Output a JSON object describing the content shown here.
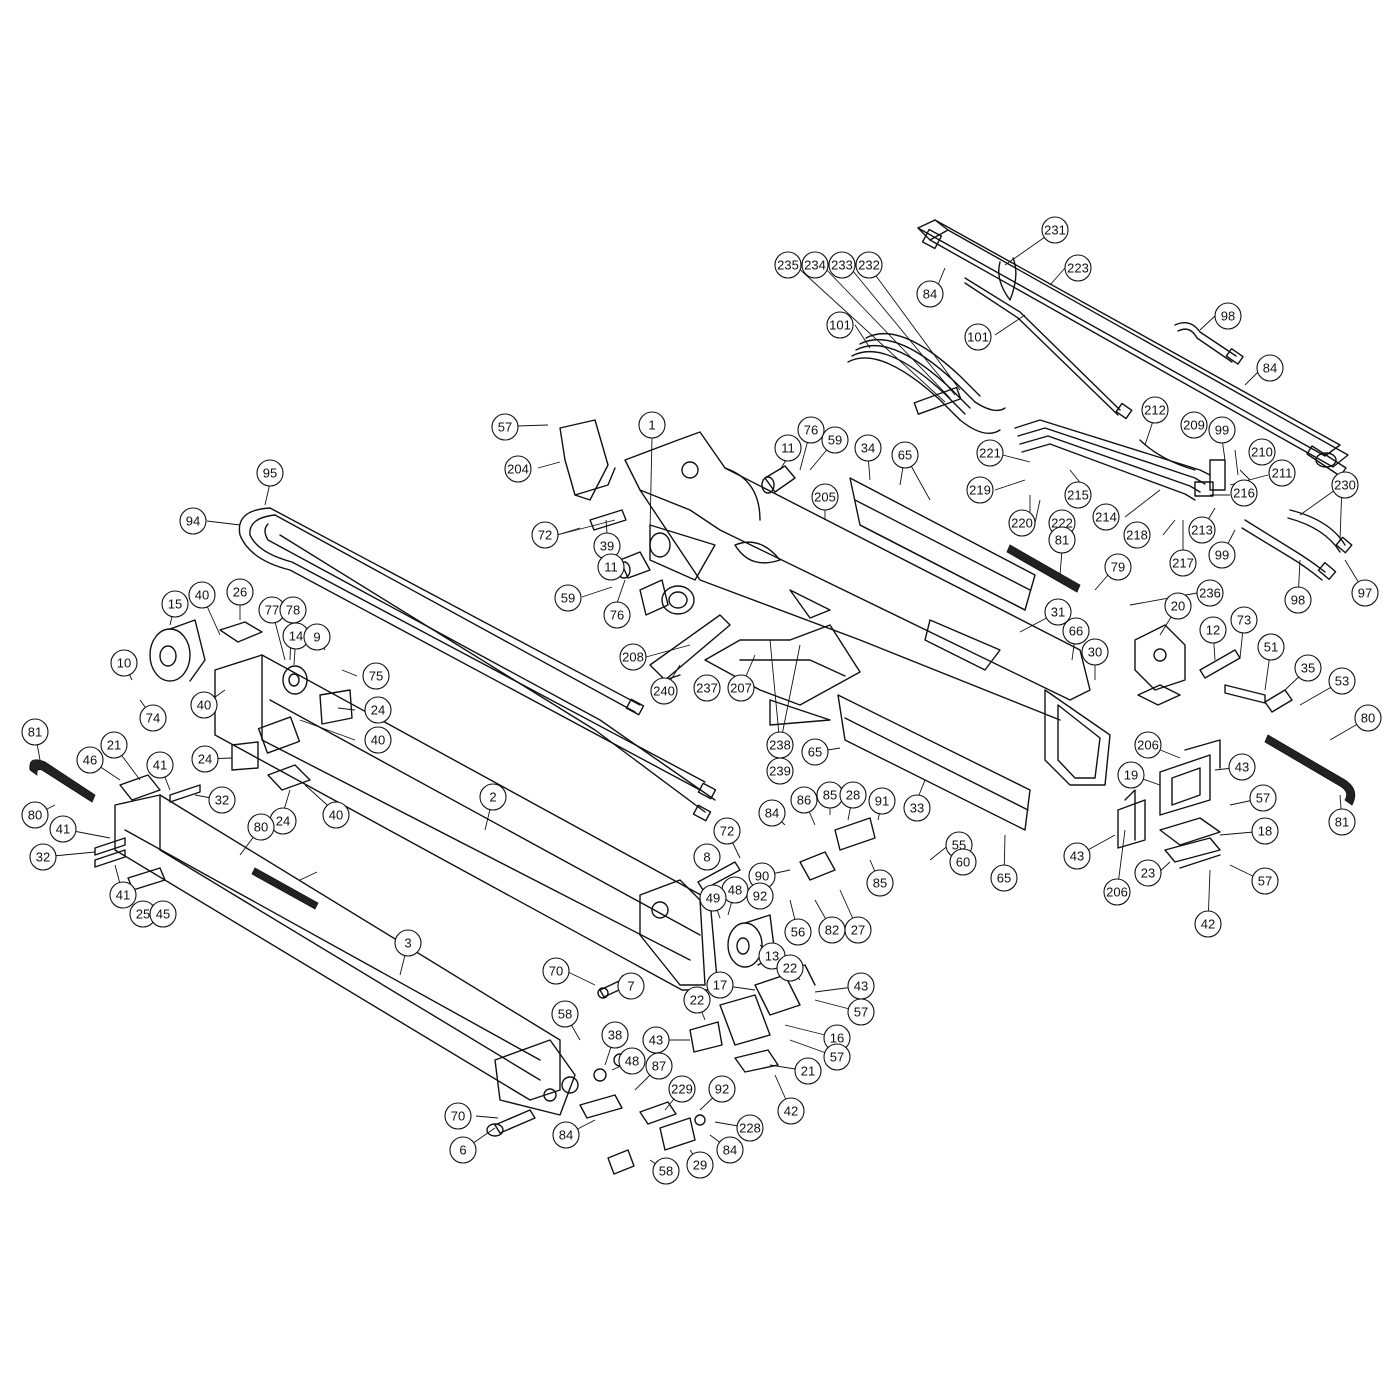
{
  "diagram": {
    "callouts": [
      {
        "id": "c235",
        "label": "235"
      },
      {
        "id": "c234",
        "label": "234"
      },
      {
        "id": "c233",
        "label": "233"
      },
      {
        "id": "c232",
        "label": "232"
      },
      {
        "id": "c231",
        "label": "231"
      },
      {
        "id": "c223",
        "label": "223"
      },
      {
        "id": "c84a",
        "label": "84"
      },
      {
        "id": "c101a",
        "label": "101"
      },
      {
        "id": "c101b",
        "label": "101"
      },
      {
        "id": "c98a",
        "label": "98"
      },
      {
        "id": "c84b",
        "label": "84"
      },
      {
        "id": "c212",
        "label": "212"
      },
      {
        "id": "c209",
        "label": "209"
      },
      {
        "id": "c99a",
        "label": "99"
      },
      {
        "id": "c210",
        "label": "210"
      },
      {
        "id": "c211",
        "label": "211"
      },
      {
        "id": "c230",
        "label": "230"
      },
      {
        "id": "c221",
        "label": "221"
      },
      {
        "id": "c219",
        "label": "219"
      },
      {
        "id": "c215",
        "label": "215"
      },
      {
        "id": "c216",
        "label": "216"
      },
      {
        "id": "c220",
        "label": "220"
      },
      {
        "id": "c222",
        "label": "222"
      },
      {
        "id": "c214",
        "label": "214"
      },
      {
        "id": "c213",
        "label": "213"
      },
      {
        "id": "c218",
        "label": "218"
      },
      {
        "id": "c217",
        "label": "217"
      },
      {
        "id": "c99b",
        "label": "99"
      },
      {
        "id": "c98b",
        "label": "98"
      },
      {
        "id": "c97",
        "label": "97"
      },
      {
        "id": "c57a",
        "label": "57"
      },
      {
        "id": "c204",
        "label": "204"
      },
      {
        "id": "c1",
        "label": "1"
      },
      {
        "id": "c11a",
        "label": "11"
      },
      {
        "id": "c76a",
        "label": "76"
      },
      {
        "id": "c59a",
        "label": "59"
      },
      {
        "id": "c34",
        "label": "34"
      },
      {
        "id": "c65a",
        "label": "65"
      },
      {
        "id": "c95",
        "label": "95"
      },
      {
        "id": "c94",
        "label": "94"
      },
      {
        "id": "c72a",
        "label": "72"
      },
      {
        "id": "c39",
        "label": "39"
      },
      {
        "id": "c205",
        "label": "205"
      },
      {
        "id": "c81a",
        "label": "81"
      },
      {
        "id": "c79",
        "label": "79"
      },
      {
        "id": "c236",
        "label": "236"
      },
      {
        "id": "c11b",
        "label": "11"
      },
      {
        "id": "c59b",
        "label": "59"
      },
      {
        "id": "c76b",
        "label": "76"
      },
      {
        "id": "c26",
        "label": "26"
      },
      {
        "id": "c40a",
        "label": "40"
      },
      {
        "id": "c15",
        "label": "15"
      },
      {
        "id": "c77",
        "label": "77"
      },
      {
        "id": "c78",
        "label": "78"
      },
      {
        "id": "c14",
        "label": "14"
      },
      {
        "id": "c9",
        "label": "9"
      },
      {
        "id": "c10",
        "label": "10"
      },
      {
        "id": "c75",
        "label": "75"
      },
      {
        "id": "c74",
        "label": "74"
      },
      {
        "id": "c208",
        "label": "208"
      },
      {
        "id": "c31",
        "label": "31"
      },
      {
        "id": "c66",
        "label": "66"
      },
      {
        "id": "c20",
        "label": "20"
      },
      {
        "id": "c73",
        "label": "73"
      },
      {
        "id": "c12",
        "label": "12"
      },
      {
        "id": "c51",
        "label": "51"
      },
      {
        "id": "c30",
        "label": "30"
      },
      {
        "id": "c35",
        "label": "35"
      },
      {
        "id": "c53",
        "label": "53"
      },
      {
        "id": "c240",
        "label": "240"
      },
      {
        "id": "c237",
        "label": "237"
      },
      {
        "id": "c207",
        "label": "207"
      },
      {
        "id": "c24a",
        "label": "24"
      },
      {
        "id": "c40b",
        "label": "40"
      },
      {
        "id": "c40c",
        "label": "40"
      },
      {
        "id": "c24b",
        "label": "24"
      },
      {
        "id": "c238",
        "label": "238"
      },
      {
        "id": "c239",
        "label": "239"
      },
      {
        "id": "c65b",
        "label": "65"
      },
      {
        "id": "c206a",
        "label": "206"
      },
      {
        "id": "c43a",
        "label": "43"
      },
      {
        "id": "c80a",
        "label": "80"
      },
      {
        "id": "c81b",
        "label": "81"
      },
      {
        "id": "c21a",
        "label": "21"
      },
      {
        "id": "c46",
        "label": "46"
      },
      {
        "id": "c41a",
        "label": "41"
      },
      {
        "id": "c32a",
        "label": "32"
      },
      {
        "id": "c80b",
        "label": "80"
      },
      {
        "id": "c41b",
        "label": "41"
      },
      {
        "id": "c24c",
        "label": "24"
      },
      {
        "id": "c40d",
        "label": "40"
      },
      {
        "id": "c2",
        "label": "2"
      },
      {
        "id": "c33",
        "label": "33"
      },
      {
        "id": "c84c",
        "label": "84"
      },
      {
        "id": "c86",
        "label": "86"
      },
      {
        "id": "c85a",
        "label": "85"
      },
      {
        "id": "c28",
        "label": "28"
      },
      {
        "id": "c91",
        "label": "91"
      },
      {
        "id": "c19",
        "label": "19"
      },
      {
        "id": "c57b",
        "label": "57"
      },
      {
        "id": "c18",
        "label": "18"
      },
      {
        "id": "c32b",
        "label": "32"
      },
      {
        "id": "c80c",
        "label": "80"
      },
      {
        "id": "c72b",
        "label": "72"
      },
      {
        "id": "c55",
        "label": "55"
      },
      {
        "id": "c41c",
        "label": "41"
      },
      {
        "id": "c81c",
        "label": "81"
      },
      {
        "id": "c8",
        "label": "8"
      },
      {
        "id": "c90",
        "label": "90"
      },
      {
        "id": "c60",
        "label": "60"
      },
      {
        "id": "c43b",
        "label": "43"
      },
      {
        "id": "c65c",
        "label": "65"
      },
      {
        "id": "c85b",
        "label": "85"
      },
      {
        "id": "c23",
        "label": "23"
      },
      {
        "id": "c57c",
        "label": "57"
      },
      {
        "id": "c206b",
        "label": "206"
      },
      {
        "id": "c25",
        "label": "25"
      },
      {
        "id": "c45",
        "label": "45"
      },
      {
        "id": "c48a",
        "label": "48"
      },
      {
        "id": "c92a",
        "label": "92"
      },
      {
        "id": "c49",
        "label": "49"
      },
      {
        "id": "c42a",
        "label": "42"
      },
      {
        "id": "c3",
        "label": "3"
      },
      {
        "id": "c56",
        "label": "56"
      },
      {
        "id": "c82",
        "label": "82"
      },
      {
        "id": "c27",
        "label": "27"
      },
      {
        "id": "c13",
        "label": "13"
      },
      {
        "id": "c70a",
        "label": "70"
      },
      {
        "id": "c22a",
        "label": "22"
      },
      {
        "id": "c43c",
        "label": "43"
      },
      {
        "id": "c7",
        "label": "7"
      },
      {
        "id": "c17",
        "label": "17"
      },
      {
        "id": "c57d",
        "label": "57"
      },
      {
        "id": "c22b",
        "label": "22"
      },
      {
        "id": "c58a",
        "label": "58"
      },
      {
        "id": "c16",
        "label": "16"
      },
      {
        "id": "c43d",
        "label": "43"
      },
      {
        "id": "c38",
        "label": "38"
      },
      {
        "id": "c57e",
        "label": "57"
      },
      {
        "id": "c48b",
        "label": "48"
      },
      {
        "id": "c87",
        "label": "87"
      },
      {
        "id": "c21b",
        "label": "21"
      },
      {
        "id": "c229",
        "label": "229"
      },
      {
        "id": "c92b",
        "label": "92"
      },
      {
        "id": "c42b",
        "label": "42"
      },
      {
        "id": "c70b",
        "label": "70"
      },
      {
        "id": "c228",
        "label": "228"
      },
      {
        "id": "c84d",
        "label": "84"
      },
      {
        "id": "c84e",
        "label": "84"
      },
      {
        "id": "c6",
        "label": "6"
      },
      {
        "id": "c29",
        "label": "29"
      },
      {
        "id": "c58b",
        "label": "58"
      }
    ]
  }
}
